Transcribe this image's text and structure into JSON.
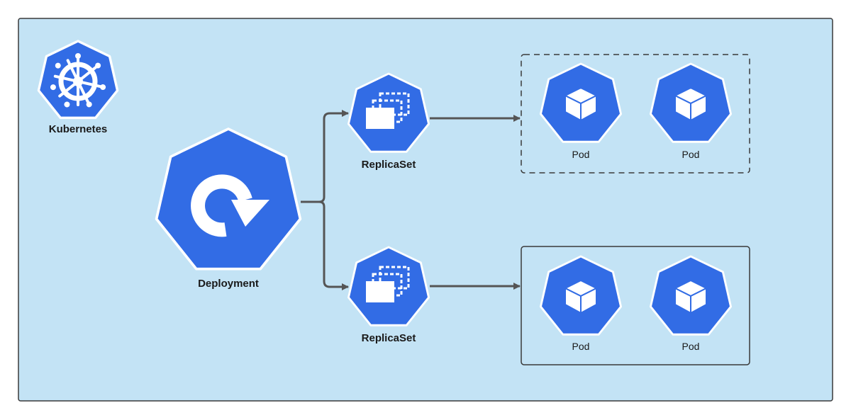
{
  "colors": {
    "background": "#c3e3f5",
    "border": "#3a3a3a",
    "node_fill": "#326ce5",
    "node_stroke": "#ffffff",
    "icon": "#ffffff",
    "connector": "#555555"
  },
  "diagram": {
    "logo": {
      "label": "Kubernetes",
      "icon": "helm-wheel-icon"
    },
    "deployment": {
      "label": "Deployment",
      "icon": "rotate-arrow-icon"
    },
    "replicasets": [
      {
        "label": "ReplicaSet",
        "icon": "stacked-boxes-icon"
      },
      {
        "label": "ReplicaSet",
        "icon": "stacked-boxes-icon"
      }
    ],
    "pod_groups": [
      {
        "style": "dashed",
        "pods": [
          {
            "label": "Pod",
            "icon": "cube-icon"
          },
          {
            "label": "Pod",
            "icon": "cube-icon"
          }
        ]
      },
      {
        "style": "solid",
        "pods": [
          {
            "label": "Pod",
            "icon": "cube-icon"
          },
          {
            "label": "Pod",
            "icon": "cube-icon"
          }
        ]
      }
    ]
  }
}
